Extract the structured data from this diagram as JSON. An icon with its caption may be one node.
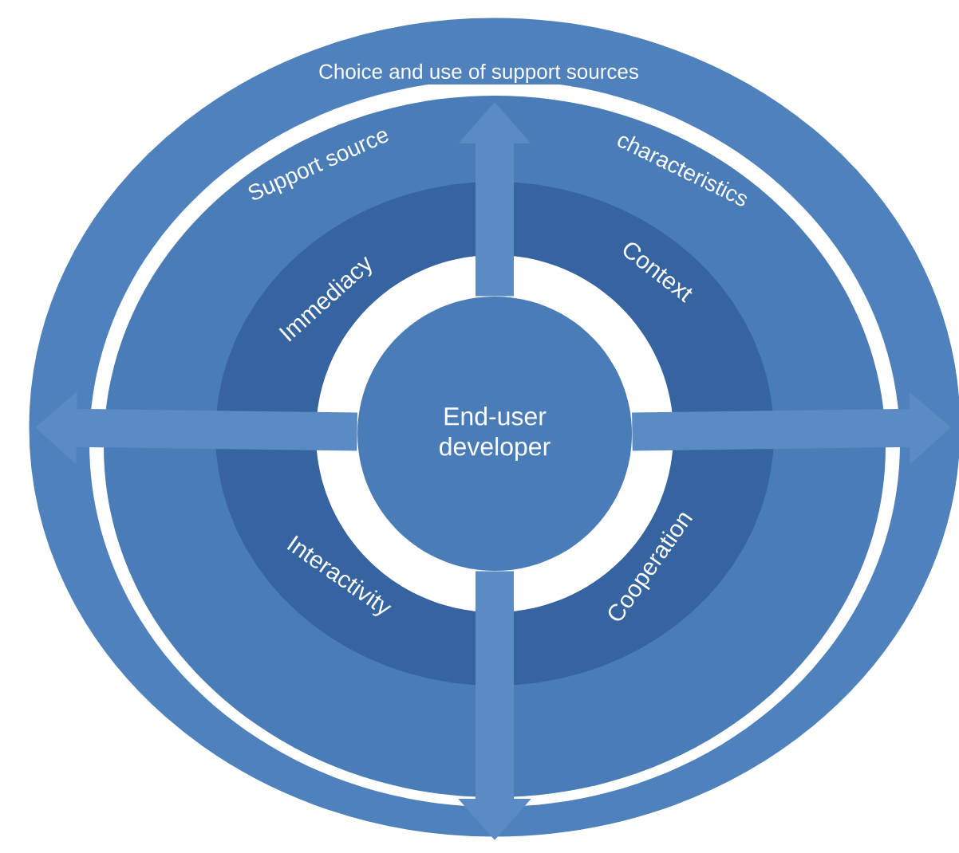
{
  "diagram": {
    "nodes": [
      {
        "text": [
          "Choice and use of support sources"
        ]
      },
      {
        "text": [
          "Support source",
          "characteristics"
        ],
        "in": 0
      },
      {
        "text": [
          "Immediacy"
        ],
        "in": 1
      },
      {
        "text": [
          "Context"
        ],
        "in": 1
      },
      {
        "text": [
          "Interactivity"
        ],
        "in": 1
      },
      {
        "text": [
          "Cooperation"
        ],
        "in": 1
      },
      {
        "text": [
          "End-user developer"
        ],
        "in": 1
      }
    ],
    "edges": [
      {
        "from": 6,
        "to": null,
        "arrow": "to"
      },
      {
        "from": 6,
        "to": null,
        "arrow": "to"
      },
      {
        "from": 6,
        "to": null,
        "arrow": "to"
      },
      {
        "from": 6,
        "to": null,
        "arrow": "to"
      }
    ]
  }
}
